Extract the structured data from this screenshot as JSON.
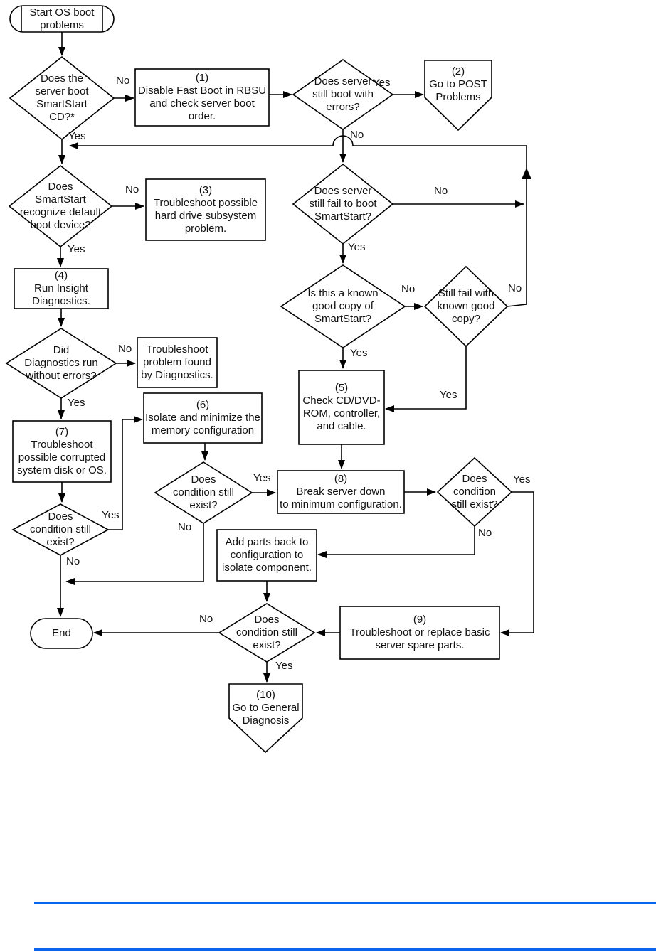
{
  "diagram": {
    "start": "Start OS boot\nproblems",
    "d_boot_cd": "Does the\nserver boot\nSmartStart\nCD?*",
    "b1": "(1)\nDisable Fast Boot in RBSU\nand check server boot\norder.",
    "d_boot_errors": "Does server\nstill boot with\nerrors?",
    "p2": "(2)\nGo to POST\nProblems",
    "d_recognize": "Does\nSmartStart\nrecognize default\nboot device?",
    "b3": "(3)\nTroubleshoot possible\nhard drive subsystem\nproblem.",
    "b4": "(4)\nRun Insight\nDiagnostics.",
    "d_diag_errors": "Did\nDiagnostics run\nwithout errors?",
    "b_diag_fix": "Troubleshoot\nproblem found\nby Diagnostics.",
    "b7": "(7)\nTroubleshoot\npossible corrupted\nsystem disk or OS.",
    "d_cond_left": "Does\ncondition still\nexist?",
    "b6": "(6)\nIsolate and minimize the\nmemory configuration",
    "d_cond_mid": "Does\ncondition still\nexist?",
    "d_fail_boot": "Does server\nstill fail to boot\nSmartStart?",
    "d_known_copy": "Is this a known\ngood copy of\nSmartStart?",
    "d_still_fail": "Still fail with\nknown good\ncopy?",
    "b5": "(5)\nCheck CD/DVD-\nROM, controller,\nand cable.",
    "b8": "(8)\nBreak server down\nto minimum configuration.",
    "d_cond_right": "Does\ncondition\nstill exist?",
    "b_add_parts": "Add parts back to\nconfiguration to\nisolate component.",
    "d_cond_bottom": "Does\ncondition still\nexist?",
    "b9": "(9)\nTroubleshoot or replace basic\nserver spare parts.",
    "end": "End",
    "p10": "(10)\nGo to General\nDiagnosis"
  },
  "labels": {
    "boot_cd_no": "No",
    "boot_cd_yes": "Yes",
    "boot_errors_yes": "Yes",
    "boot_errors_no": "No",
    "fail_boot_no": "No",
    "fail_boot_yes": "Yes",
    "known_copy_no": "No",
    "known_copy_yes": "Yes",
    "still_fail_no": "No",
    "still_fail_yes": "Yes",
    "recognize_no": "No",
    "recognize_yes": "Yes",
    "diag_no": "No",
    "diag_yes": "Yes",
    "cond_left_yes": "Yes",
    "cond_left_no": "No",
    "cond_mid_yes": "Yes",
    "cond_mid_no": "No",
    "cond_right_yes": "Yes",
    "cond_right_no": "No",
    "cond_bottom_no": "No",
    "cond_bottom_yes": "Yes"
  },
  "colors": {
    "stroke": "#000000",
    "footer_rule": "#0b63f0",
    "background": "#ffffff"
  }
}
